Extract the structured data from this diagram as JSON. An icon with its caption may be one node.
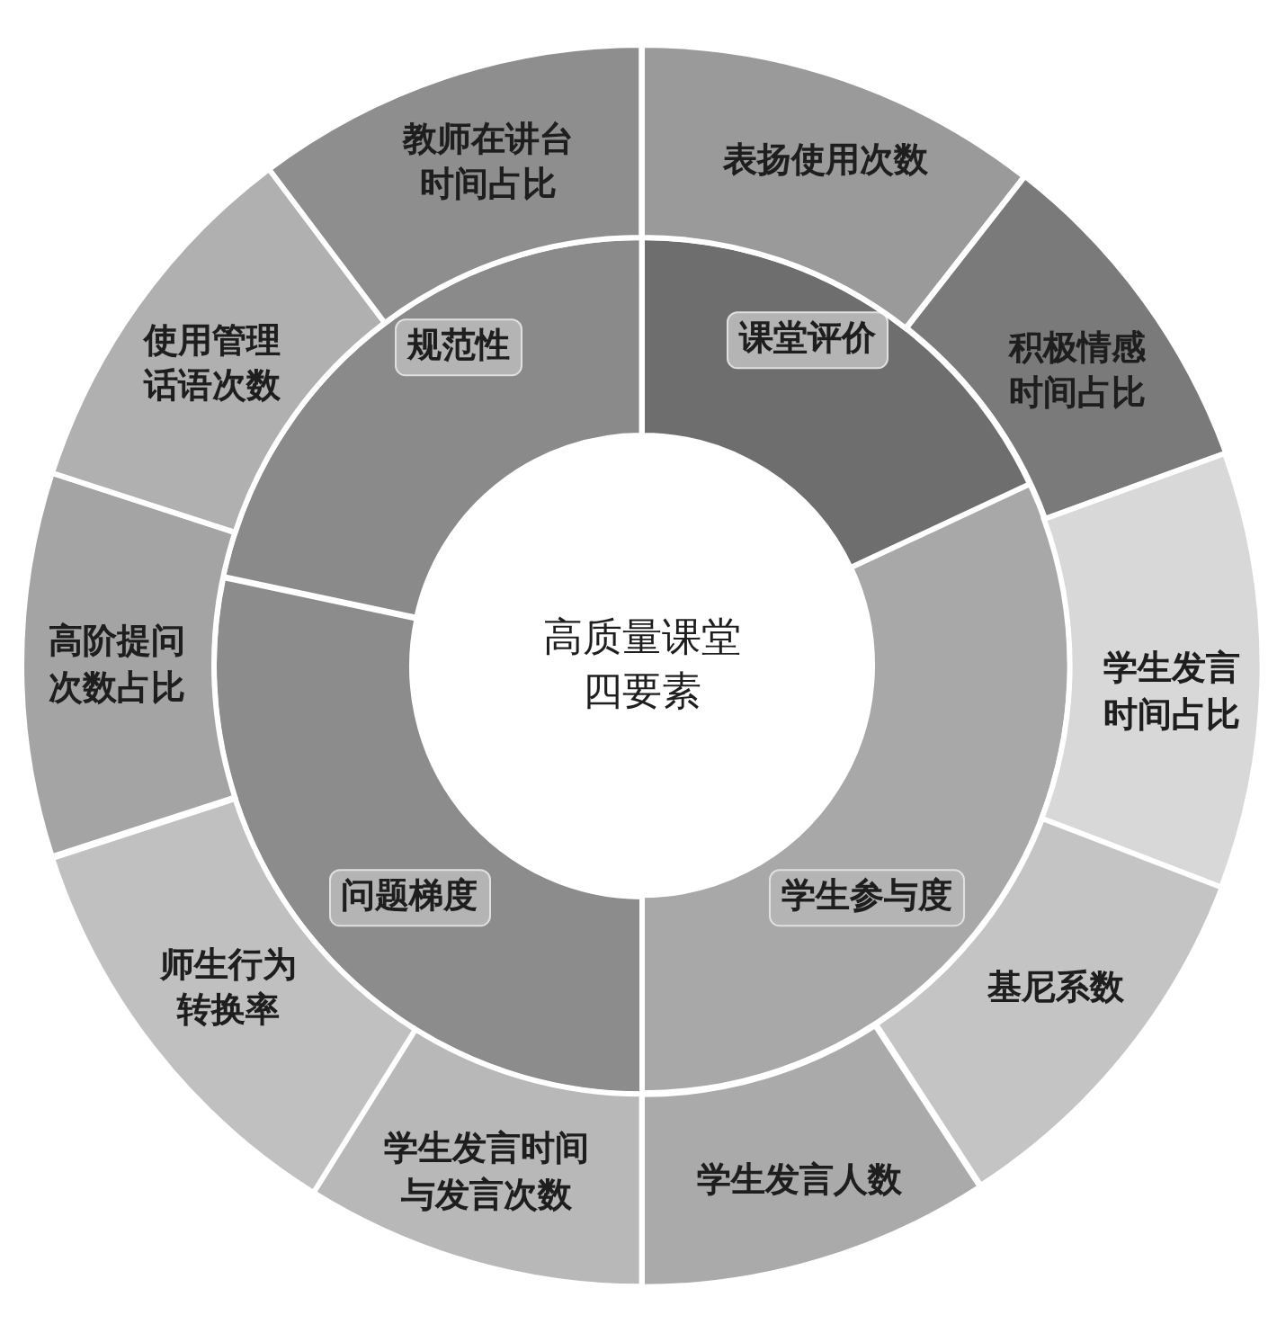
{
  "diagram": {
    "nodes": [
      {
        "text": [
          "高质量课堂四要素"
        ]
      },
      {
        "text": [
          "规范性"
        ]
      },
      {
        "text": [
          "课堂评价"
        ]
      },
      {
        "text": [
          "学生参与度"
        ]
      },
      {
        "text": [
          "问题梯度"
        ]
      },
      {
        "text": [
          "教师在讲台时间占比"
        ]
      },
      {
        "text": [
          "表扬使用次数"
        ]
      },
      {
        "text": [
          "积极情感时间占比"
        ]
      },
      {
        "text": [
          "学生发言时间占比"
        ]
      },
      {
        "text": [
          "基尼系数"
        ]
      },
      {
        "text": [
          "学生发言人数"
        ]
      },
      {
        "text": [
          "学生发言时间与发言次数"
        ]
      },
      {
        "text": [
          "师生行为转换率"
        ]
      },
      {
        "text": [
          "高阶提问次数占比"
        ]
      },
      {
        "text": [
          "使用管理话语次数"
        ]
      }
    ]
  }
}
